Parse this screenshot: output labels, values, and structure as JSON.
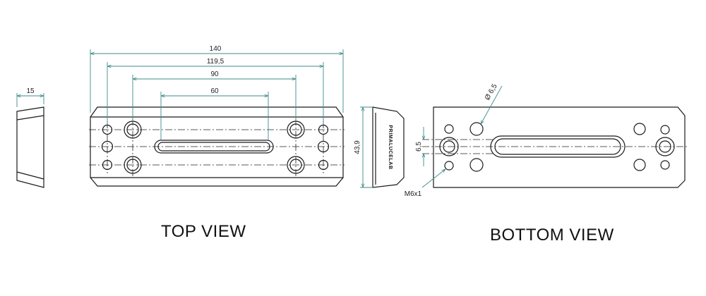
{
  "labels": {
    "top_view": "TOP VIEW",
    "bottom_view": "BOTTOM VIEW"
  },
  "dimensions": {
    "side_width": "15",
    "overall_length": "140",
    "outer_holes": "119,5",
    "inner_holes": "90",
    "slot": "60",
    "plate_width": "43,9",
    "counterbore_dia": "Ø 6,5",
    "offset": "6,5",
    "thread": "M6x1"
  },
  "engraving": "PRIMALUCELAB",
  "colors": {
    "outline": "#1a1a1a",
    "dimension": "#3f8a8a"
  }
}
